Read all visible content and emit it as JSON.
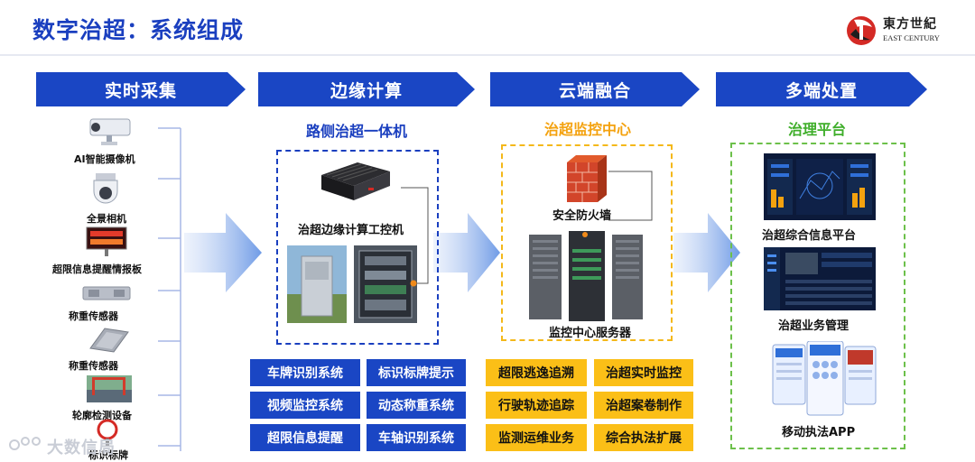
{
  "header": {
    "title": "数字治超：系统组成",
    "logo_cn": "東方世紀",
    "logo_en": "EAST CENTURY"
  },
  "stages": [
    "实时采集",
    "边缘计算",
    "云端融合",
    "多端处置"
  ],
  "collection": {
    "devices": [
      "AI智能摄像机",
      "全景相机",
      "超限信息提醒情报板",
      "称重传感器",
      "称重传感器",
      "轮廓检测设备",
      "标识标牌"
    ]
  },
  "edge": {
    "title": "路侧治超一体机",
    "device_label": "治超边缘计算工控机",
    "functions": [
      "车牌识别系统",
      "标识标牌提示",
      "视频监控系统",
      "动态称重系统",
      "超限信息提醒",
      "车轴识别系统"
    ]
  },
  "cloud": {
    "title": "治超监控中心",
    "firewall_label": "安全防火墙",
    "server_label": "监控中心服务器",
    "functions": [
      "超限逃逸追溯",
      "治超实时监控",
      "行驶轨迹追踪",
      "治超案卷制作",
      "监测运维业务",
      "综合执法扩展"
    ]
  },
  "platform": {
    "title": "治理平台",
    "items": [
      "治超综合信息平台",
      "治超业务管理",
      "移动执法APP"
    ]
  },
  "watermark": "大数信局",
  "colors": {
    "brand_blue": "#1a46c4",
    "title_blue": "#1a3fbf",
    "cloud_orange": "#f4a20f",
    "platform_green": "#3fae2a",
    "button_yellow": "#fbbf17"
  }
}
